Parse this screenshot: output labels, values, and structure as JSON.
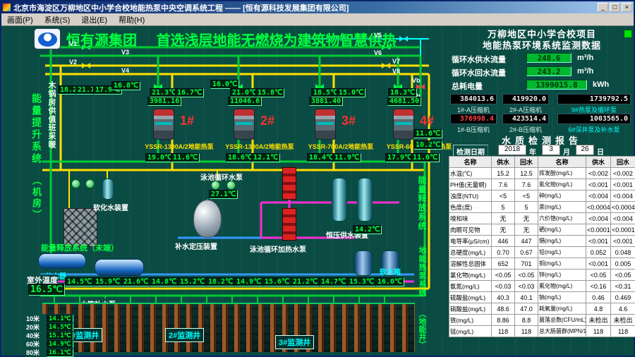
{
  "window": {
    "title": "北京市海淀区万柳地区中小学合校地能热泵中央空调系统工程 —— [恒有源科技发展集团有限公司]",
    "buttons": {
      "minimize": "_",
      "maximize": "□",
      "close": "×"
    }
  },
  "menu": {
    "items": [
      "画面(P)",
      "系统(S)",
      "退出(E)",
      "帮助(H)"
    ]
  },
  "banner": {
    "company": "恒有源集团",
    "slogan": "首选浅层地能无燃烧为建筑物智慧供热"
  },
  "scada": {
    "side_labels": {
      "left1": "能量提升系统",
      "left1b": "（机房）",
      "left2": "木锅房供值班采暖",
      "right1": "能量释放系统",
      "right2": "地能热泵系统",
      "right2b": "（地能井）"
    },
    "units": [
      {
        "no": "1#",
        "hours": "3981.16",
        "model": "YSSR-1300A/2地能热泵"
      },
      {
        "no": "2#",
        "hours": "11046.6",
        "model": "YSSR-1300A/2地能热泵"
      },
      {
        "no": "3#",
        "hours": "3881.40",
        "model": "YSSR-700A/2地能热泵"
      },
      {
        "no": "4#",
        "hours": "4681.50",
        "model": "YSSR-600B/2地能热泵"
      }
    ],
    "valve_labels": [
      "V1",
      "V2",
      "V3",
      "V4",
      "V5",
      "V6",
      "V7",
      "V8",
      "Vb",
      "Vb"
    ],
    "labels": {
      "softener": "软化水装置",
      "pool_pump": "泳池循环水泵",
      "pool_heat_pump": "泳池循环加热水泵",
      "pressure_device": "补水定压装置",
      "constant_pressure": "恒压供水装置",
      "soft_tank": "软水箱",
      "tank_fill_pump": "水箱补水泵",
      "divider": "分水器",
      "collector": "集水器",
      "release_system": "能量释放系统（末端）"
    },
    "readouts": [
      {
        "v": "18.2℃"
      },
      {
        "v": "21.7℃"
      },
      {
        "v": "17.9℃"
      },
      {
        "v": "16.8℃"
      },
      {
        "v": "21.3℃"
      },
      {
        "v": "16.7℃"
      },
      {
        "v": "16.0℃"
      },
      {
        "v": "21.0℃"
      },
      {
        "v": "15.8℃"
      },
      {
        "v": "18.5℃"
      },
      {
        "v": "15.0℃"
      },
      {
        "v": "18.3℃"
      },
      {
        "v": "19.0℃"
      },
      {
        "v": "11.6℃"
      },
      {
        "v": "18.6℃"
      },
      {
        "v": "12.1℃"
      },
      {
        "v": "18.4℃"
      },
      {
        "v": "11.9℃"
      },
      {
        "v": "17.9℃"
      },
      {
        "v": "11.6℃"
      },
      {
        "v": "27.1℃"
      },
      {
        "v": "14.2℃"
      },
      {
        "v": "11.6℃"
      },
      {
        "v": "10.2℃"
      }
    ],
    "bottom_readouts": [
      "14.5℃",
      "15.9℃",
      "21.6℃",
      "14.8℃",
      "15.2℃",
      "18.2℃",
      "14.9℃",
      "15.6℃",
      "21.2℃",
      "14.7℃",
      "15.3℃",
      "16.0℃"
    ],
    "outdoor": {
      "label": "室外温度",
      "value": "16.5℃"
    },
    "well_depths": [
      {
        "d": "10米",
        "t": "14.1℃"
      },
      {
        "d": "20米",
        "t": "14.5℃"
      },
      {
        "d": "40米",
        "t": "15.1℃"
      },
      {
        "d": "60米",
        "t": "14.9℃"
      },
      {
        "d": "80米",
        "t": "16.1℃"
      }
    ],
    "wells": [
      {
        "label": "1#监测井"
      },
      {
        "label": "2#监测井"
      },
      {
        "label": "3#监测井"
      }
    ]
  },
  "right_panel": {
    "title1": "万柳地区中小学合校项目",
    "title2": "地能热泵环境系统监测数据",
    "flows": [
      {
        "label": "循环水供水流量",
        "value": "248.6",
        "unit": "m³/h"
      },
      {
        "label": "循环水回水流量",
        "value": "243.2",
        "unit": "m³/h"
      },
      {
        "label": "总耗电量",
        "value": "1399015.8",
        "unit": "kWh"
      }
    ],
    "counters": [
      {
        "value": "384013.6",
        "label": "1#-A压缩机"
      },
      {
        "value": "419920.0",
        "label": "2#-A压缩机"
      },
      {
        "value": "1739792.5",
        "label": "9#热泵及循环泵"
      },
      {
        "value": "376998.4",
        "label": "1#-B压缩机"
      },
      {
        "value": "423514.4",
        "label": "2#-B压缩机"
      },
      {
        "value": "1003565.0",
        "label": "6#深井泵及补水泵"
      }
    ],
    "report": {
      "title": "水质检测报告",
      "date_label": "检测日期",
      "year": "2018",
      "year_unit": "年",
      "month": "3",
      "month_unit": "月",
      "day": "26",
      "day_unit": "日"
    },
    "table": {
      "headers": [
        "名称",
        "供水",
        "回水",
        "名称",
        "供水",
        "回水"
      ],
      "rows": [
        [
          "水温(℃)",
          "15.2",
          "12.5",
          "挥发酚(mg/L)",
          "<0.002",
          "<0.002"
        ],
        [
          "PH值(无量纲)",
          "7.6",
          "7.6",
          "氰化物(mg/L)",
          "<0.001",
          "<0.001"
        ],
        [
          "浊度(NTU)",
          "<5",
          "<5",
          "砷(mg/L)",
          "<0.004",
          "<0.004"
        ],
        [
          "色度(度)",
          "5",
          "5",
          "汞(mg/L)",
          "<0.0004",
          "<0.0004"
        ],
        [
          "嗅和味",
          "无",
          "无",
          "六价铬(mg/L)",
          "<0.004",
          "<0.004"
        ],
        [
          "肉眼可见物",
          "无",
          "无",
          "硒(mg/L)",
          "<0.0001",
          "<0.0001"
        ],
        [
          "电导率(μS/cm)",
          "446",
          "447",
          "镉(mg/L)",
          "<0.001",
          "<0.001"
        ],
        [
          "总硬度(mg/L)",
          "0.70",
          "0.67",
          "铅(mg/L)",
          "0.052",
          "0.048"
        ],
        [
          "溶解性总固体",
          "652",
          "701",
          "铜(mg/L)",
          "<0.001",
          "0.005"
        ],
        [
          "氯化物(mg/L)",
          "<0.05",
          "<0.05",
          "锌(mg/L)",
          "<0.05",
          "<0.05"
        ],
        [
          "氨氮(mg/L)",
          "<0.03",
          "<0.03",
          "氟化物(mg/L)",
          "<0.16",
          "<0.31"
        ],
        [
          "硫酸盐(mg/L)",
          "40.3",
          "40.1",
          "钠(mg/L)",
          "0.46",
          "0.469"
        ],
        [
          "硝酸盐(mg/L)",
          "48.6",
          "47.0",
          "耗氧量(mg/L)",
          "4.8",
          "4.6"
        ],
        [
          "铁(mg/L)",
          "8.86",
          "8.8",
          "菌落总数(CFU/mL)",
          "未检出",
          "未检出"
        ],
        [
          "锰(mg/L)",
          "118",
          "118",
          "总大肠菌群(MPN/100mL)",
          "118",
          "118"
        ]
      ]
    }
  }
}
